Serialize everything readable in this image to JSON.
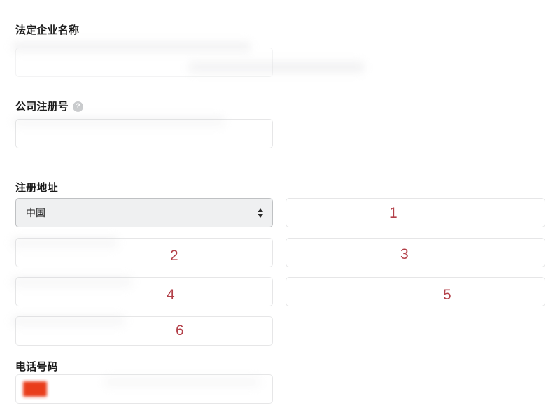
{
  "form": {
    "sections": [
      {
        "key": "legal_business_name",
        "label": "法定企业名称",
        "value": "",
        "placeholder": ""
      },
      {
        "key": "company_registration_number",
        "label": "公司注册号",
        "help_icon": "question-mark-icon",
        "help_glyph": "?",
        "value": "",
        "placeholder": ""
      },
      {
        "key": "registered_address",
        "label": "注册地址",
        "country_value": "中国",
        "country_icon": "chevron-updown-icon"
      },
      {
        "key": "phone_number",
        "label": "电话号码",
        "flag_icon": "china-flag-icon",
        "value": "",
        "placeholder": ""
      }
    ]
  },
  "address_fields": [
    {
      "number": "1",
      "column": "right",
      "row": 1
    },
    {
      "number": "2",
      "column": "left",
      "row": 2
    },
    {
      "number": "3",
      "column": "right",
      "row": 2
    },
    {
      "number": "4",
      "column": "left",
      "row": 3
    },
    {
      "number": "5",
      "column": "right",
      "row": 3
    },
    {
      "number": "6",
      "column": "left",
      "row": 4
    }
  ],
  "annotations": {
    "color": "#b34049",
    "numbers": [
      "1",
      "2",
      "3",
      "4",
      "5",
      "6"
    ]
  },
  "colors": {
    "page_background": "#ffffff",
    "label_text": "#1c1c1c",
    "input_border": "#c4c6c8",
    "select_background": "#eff0f1",
    "annotation_red": "#b34049",
    "flag_red": "#e8330f",
    "help_icon_gray": "#c9cbcd"
  }
}
